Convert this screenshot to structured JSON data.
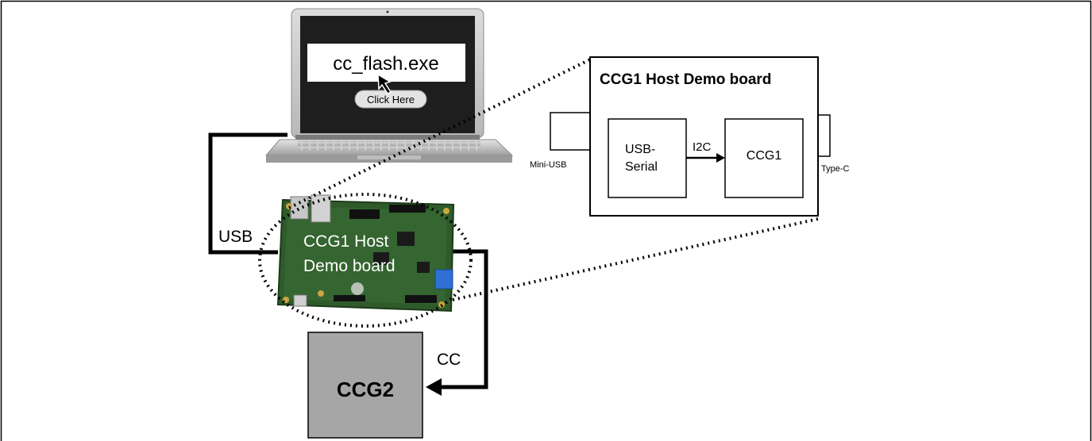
{
  "laptop": {
    "screen_filename": "cc_flash.exe",
    "button_label": "Click Here"
  },
  "links": {
    "usb": "USB",
    "cc": "CC"
  },
  "host_board_photo": {
    "label_line1": "CCG1 Host",
    "label_line2": "Demo board"
  },
  "ccg2": {
    "label": "CCG2"
  },
  "board_detail": {
    "title": "CCG1 Host Demo board",
    "usb_serial_line1": "USB-",
    "usb_serial_line2": "Serial",
    "i2c_label": "I2C",
    "ccg1_label": "CCG1",
    "mini_usb_label": "Mini-USB",
    "type_c_label": "Type-C"
  },
  "colors": {
    "frame_border": "#000000",
    "ccg2_fill": "#a6a6a6",
    "laptop_body": "#c9c9c9",
    "laptop_screen": "#1e1e1e",
    "pcb_green": "#2f5b2a"
  }
}
